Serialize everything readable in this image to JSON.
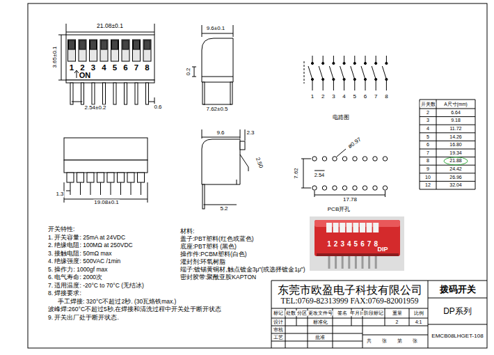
{
  "diagram": {
    "nodes": [
      {
        "text": [
          "东莞市欧盈电子科技有限公司",
          "TEL:0769-82313999 FAX:0769-82001959"
        ]
      },
      {
        "text": [
          "拨码开关"
        ]
      },
      {
        "text": [
          "DP系列"
        ]
      },
      {
        "text": [
          "EMCB08LHGET-108"
        ]
      }
    ],
    "labels": [
      "21.08±0.1",
      "3.65±0.1",
      "1",
      "2",
      "3",
      "4",
      "5",
      "6",
      "7",
      "8",
      "ON",
      "2.54±0.2",
      "0.6",
      "9.6±0.1",
      "0.2",
      "7.62±0.5",
      "1",
      "2",
      "3",
      "4",
      "5",
      "6",
      "7",
      "8",
      "电路图",
      "开关数",
      "A尺寸(mm)",
      "2",
      "6.64",
      "3",
      "9.18",
      "4",
      "11.72",
      "5",
      "14.26",
      "6",
      "16.80",
      "7",
      "19.34",
      "8",
      "21.88",
      "9",
      "24.42",
      "10",
      "26.96",
      "12",
      "32.04",
      "1.3",
      "19.08±0.1",
      "9.6",
      "2.3",
      "2.50",
      "5.2",
      "ø0.97",
      "7.62",
      "2.54",
      "17.78",
      "PCB开孔",
      "1",
      "2",
      "3",
      "4",
      "5",
      "6",
      "7",
      "8",
      "DIP",
      "开关特性:",
      "1. 开关容量: 25mA at 24VDC",
      "2. 绝缘电阻: 100MΩ at 250VDC",
      "3. 接触电阻: 50mΩ max",
      "4. 绝缘强度: 500VAC /1min",
      "5. 操作力: 1000gf max",
      "6. 电气寿命: 2000次",
      "7. 适用温度: -20°C to 70°C (无结冰)",
      "8. 焊接要求:",
      "手工焊接: 320°C不超过2秒. (30瓦烙铁max.)",
      "波峰焊:260°C不超过5秒,在焊接和清洗过程中开关处于断开状态",
      "9. 开关出厂处于断开状态.",
      "材料:",
      "盖子:PBT塑料(红色或蓝色)",
      "底座:PBT塑料 (黑色)",
      "操作件:PCBM塑料(白色)",
      "灌封剂:环氧树脂",
      "端子:镀锡黄铜材,触点镀金3μ\"(或选择镀金1μ\")",
      "密封胶带:聚酰亚胺KAPTON",
      "标记",
      "处数",
      "分区",
      "更改文件号",
      "签名",
      "年月日",
      "设计",
      "标准化",
      "审核",
      "工艺",
      "批准",
      "阶段标记",
      "重量",
      "比例",
      "2",
      "4:1",
      "共",
      "张",
      "第",
      "张"
    ]
  }
}
